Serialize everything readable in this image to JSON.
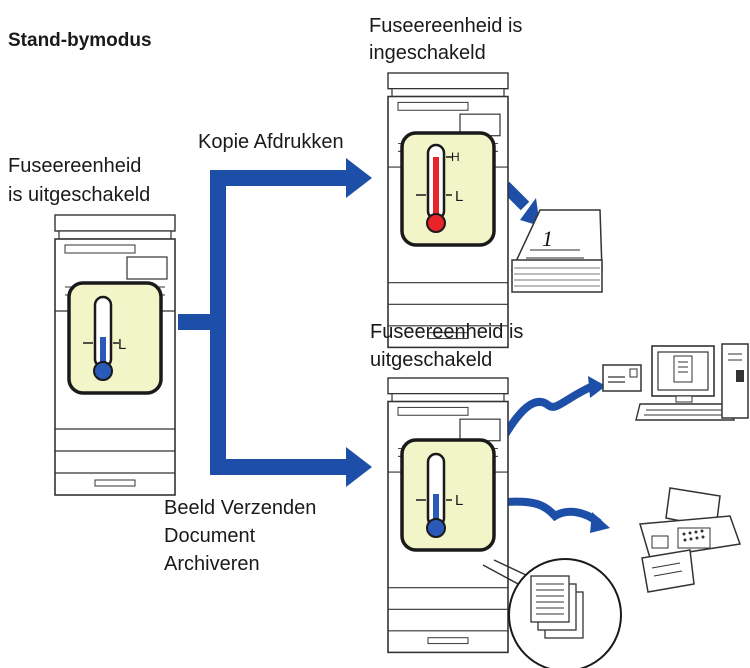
{
  "title": "Stand-bymodus",
  "labels": {
    "left_machine_line1": "Fuseereenheid",
    "left_machine_line2": "is uitgeschakeld",
    "top_machine_line1": "Fuseereenheid is",
    "top_machine_line2": "ingeschakeld",
    "bottom_machine_line1": "Fuseereenheid is",
    "bottom_machine_line2": "uitgeschakeld",
    "top_arrow": "Kopie Afdrukken",
    "bottom_arrow_line1": "Beeld Verzenden",
    "bottom_arrow_line2": "Document",
    "bottom_arrow_line3": "Archiveren"
  },
  "thermometers": {
    "left": {
      "high_label": "",
      "low_label": "L",
      "level": "low",
      "color": "#2a5ab8"
    },
    "top": {
      "high_label": "H",
      "low_label": "L",
      "level": "high",
      "color": "#e8242a"
    },
    "bottom": {
      "high_label": "",
      "low_label": "L",
      "level": "low",
      "color": "#2a5ab8"
    }
  },
  "colors": {
    "arrow": "#1e4fa8",
    "panel_fill": "#f2f5c8",
    "outline": "#1a1a1a"
  },
  "icons": [
    "paper-stack-icon",
    "pc-icon",
    "envelope-icon",
    "fax-icon",
    "documents-magnifier-icon"
  ]
}
